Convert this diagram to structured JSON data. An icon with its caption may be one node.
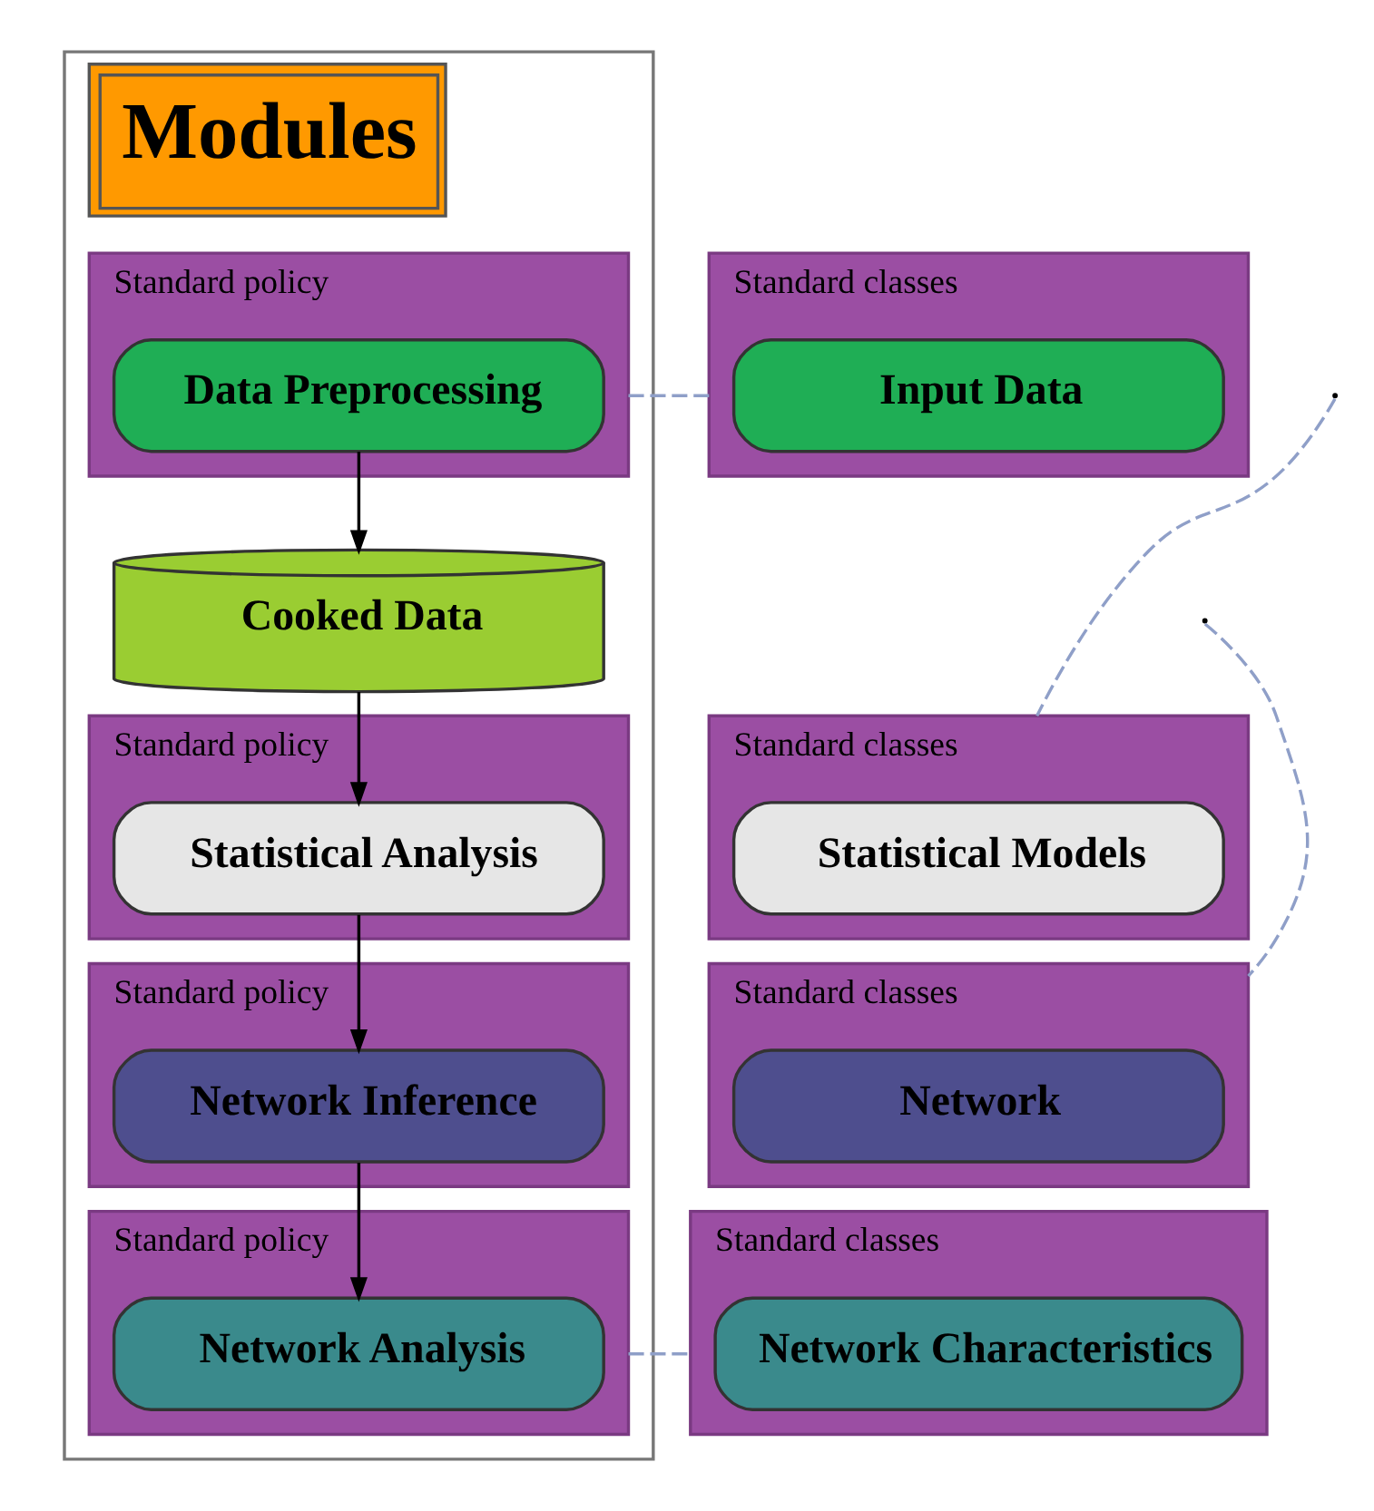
{
  "diagram": {
    "nodes": [
      {
        "text": [
          "Modules"
        ]
      },
      {
        "text": [
          "Standard policy"
        ],
        "in": 0
      },
      {
        "text": [
          "Data Preprocessing"
        ],
        "in": 1
      },
      {
        "text": [
          "Cooked Data"
        ],
        "in": 0
      },
      {
        "text": [
          "Standard policy"
        ],
        "in": 0
      },
      {
        "text": [
          "Statistical Analysis"
        ],
        "in": 4
      },
      {
        "text": [
          "Standard policy"
        ],
        "in": 0
      },
      {
        "text": [
          "Network Inference"
        ],
        "in": 6
      },
      {
        "text": [
          "Standard policy"
        ],
        "in": 0
      },
      {
        "text": [
          "Network Analysis"
        ],
        "in": 8
      },
      {
        "text": [
          "Standard classes"
        ]
      },
      {
        "text": [
          "Input Data"
        ],
        "in": 10
      },
      {
        "text": [
          "Standard classes"
        ]
      },
      {
        "text": [
          "Statistical Models"
        ],
        "in": 12
      },
      {
        "text": [
          "Standard classes"
        ]
      },
      {
        "text": [
          "Network"
        ],
        "in": 14
      },
      {
        "text": [
          "Standard classes"
        ]
      },
      {
        "text": [
          "Network Characteristics"
        ],
        "in": 16
      }
    ],
    "edges": [
      {
        "from": 2,
        "to": 3,
        "arrow": "to"
      },
      {
        "from": 3,
        "to": 5,
        "arrow": "to"
      },
      {
        "from": 5,
        "to": 7,
        "arrow": "to"
      },
      {
        "from": 7,
        "to": 9,
        "arrow": "to"
      },
      {
        "from": 1,
        "to": 10,
        "arrow": "none",
        "style": "dashed",
        "color": "#8f9fc8"
      },
      {
        "from": null,
        "to": 12,
        "arrow": "none",
        "style": "dashed",
        "color": "#8f9fc8"
      },
      {
        "from": null,
        "to": 14,
        "arrow": "none",
        "style": "dashed",
        "color": "#8f9fc8"
      },
      {
        "from": 8,
        "to": 16,
        "arrow": "none",
        "style": "dashed",
        "color": "#8f9fc8"
      }
    ]
  }
}
